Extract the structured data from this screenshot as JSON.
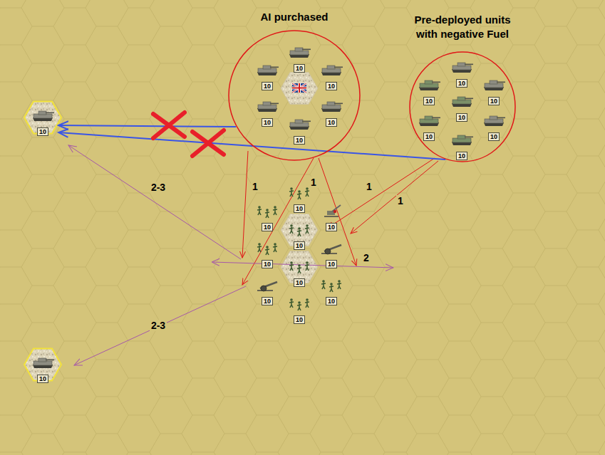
{
  "diagram": {
    "nodes": [
      {
        "text": [
          "AI purchased"
        ]
      },
      {
        "text": [
          "10"
        ],
        "in": 0
      },
      {
        "text": [
          "10"
        ],
        "in": 0
      },
      {
        "text": [
          "10"
        ],
        "in": 0
      },
      {
        "text": [
          "10"
        ],
        "in": 0
      },
      {
        "text": [
          "10"
        ],
        "in": 0
      },
      {
        "text": [
          "10"
        ],
        "in": 0
      },
      {
        "text": [
          "Pre-deployed units with negative Fuel"
        ]
      },
      {
        "text": [
          "10"
        ],
        "in": 7
      },
      {
        "text": [
          "10"
        ],
        "in": 7
      },
      {
        "text": [
          "10"
        ],
        "in": 7
      },
      {
        "text": [
          "10"
        ],
        "in": 7
      },
      {
        "text": [
          "10"
        ],
        "in": 7
      },
      {
        "text": [
          "10"
        ],
        "in": 7
      },
      {
        "text": [
          "10"
        ],
        "in": 7
      },
      {
        "text": [
          "10"
        ]
      },
      {
        "text": [
          "10"
        ]
      },
      {
        "text": [
          "10"
        ]
      },
      {
        "text": [
          "10"
        ]
      },
      {
        "text": [
          "10"
        ]
      },
      {
        "text": [
          "10"
        ]
      },
      {
        "text": [
          "10"
        ]
      },
      {
        "text": [
          "10"
        ]
      },
      {
        "text": [
          "10"
        ]
      },
      {
        "text": [
          "10"
        ]
      },
      {
        "text": [
          "10"
        ]
      },
      {
        "text": [
          "10"
        ]
      }
    ],
    "edges": [
      {
        "from": 0,
        "to": 15,
        "arrow": "to"
      },
      {
        "from": 7,
        "to": 15,
        "arrow": "to"
      }
    ],
    "labels": [
      "1",
      "1",
      "1",
      "1",
      "2",
      "2-3",
      "2-3"
    ]
  }
}
